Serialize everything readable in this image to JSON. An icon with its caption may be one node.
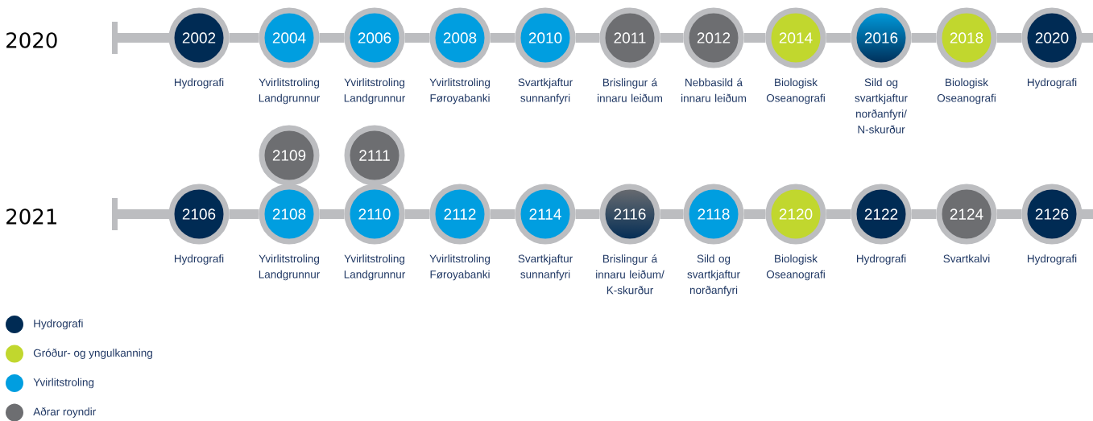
{
  "diagram": {
    "nodes": [
      {
        "text": [
          "2002"
        ],
        "beside": [
          "Hydrografi"
        ]
      },
      {
        "text": [
          "2004"
        ],
        "beside": [
          "Yvirlitstroling Landgrunnur"
        ]
      },
      {
        "text": [
          "2006"
        ],
        "beside": [
          "Yvirlitstroling Landgrunnur"
        ]
      },
      {
        "text": [
          "2008"
        ],
        "beside": [
          "Yvirlitstroling Føroyabanki"
        ]
      },
      {
        "text": [
          "2010"
        ],
        "beside": [
          "Svartkjaftur sunnanfyri"
        ]
      },
      {
        "text": [
          "2011"
        ],
        "beside": [
          "Brislingur á innaru leiðum"
        ]
      },
      {
        "text": [
          "2012"
        ],
        "beside": [
          "Nebbasild á innaru leiðum"
        ]
      },
      {
        "text": [
          "2014"
        ],
        "beside": [
          "Biologisk Oseanografi"
        ]
      },
      {
        "text": [
          "2016"
        ],
        "beside": [
          "Sild og svartkjaftur norðanfyri/ N-skurður"
        ]
      },
      {
        "text": [
          "2018"
        ],
        "beside": [
          "Biologisk Oseanografi"
        ]
      },
      {
        "text": [
          "2020"
        ],
        "beside": [
          "Hydrografi"
        ]
      },
      {
        "text": [
          "2109"
        ]
      },
      {
        "text": [
          "2111"
        ]
      },
      {
        "text": [
          "2106"
        ],
        "beside": [
          "Hydrografi"
        ]
      },
      {
        "text": [
          "2108"
        ],
        "beside": [
          "Yvirlitstroling Landgrunnur"
        ]
      },
      {
        "text": [
          "2110"
        ],
        "beside": [
          "Yvirlitstroling Landgrunnur"
        ]
      },
      {
        "text": [
          "2112"
        ],
        "beside": [
          "Yvirlitstroling Føroyabanki"
        ]
      },
      {
        "text": [
          "2114"
        ],
        "beside": [
          "Svartkjaftur sunnanfyri"
        ]
      },
      {
        "text": [
          "2116"
        ],
        "beside": [
          "Brislingur á innaru leiðum/ K-skurður"
        ]
      },
      {
        "text": [
          "2118"
        ],
        "beside": [
          "Sild og svartkjaftur norðanfyri"
        ]
      },
      {
        "text": [
          "2120"
        ],
        "beside": [
          "Biologisk Oseanografi"
        ]
      },
      {
        "text": [
          "2122"
        ],
        "beside": [
          "Hydrografi"
        ]
      },
      {
        "text": [
          "2124"
        ],
        "beside": [
          "Svartkalvi"
        ]
      },
      {
        "text": [
          "2126"
        ],
        "beside": [
          "Hydrografi"
        ]
      }
    ],
    "edges": [
      {
        "from": 0,
        "to": 1,
        "arrow": "none"
      },
      {
        "from": 1,
        "to": 2,
        "arrow": "none"
      },
      {
        "from": 2,
        "to": 3,
        "arrow": "none"
      },
      {
        "from": 3,
        "to": 4,
        "arrow": "none"
      },
      {
        "from": 4,
        "to": 5,
        "arrow": "none"
      },
      {
        "from": 5,
        "to": 6,
        "arrow": "none"
      },
      {
        "from": 6,
        "to": 7,
        "arrow": "none"
      },
      {
        "from": 7,
        "to": 8,
        "arrow": "none"
      },
      {
        "from": 8,
        "to": 9,
        "arrow": "none"
      },
      {
        "from": 9,
        "to": 10,
        "arrow": "none"
      },
      {
        "from": 13,
        "to": 14,
        "arrow": "none"
      },
      {
        "from": 14,
        "to": 15,
        "arrow": "none"
      },
      {
        "from": 15,
        "to": 16,
        "arrow": "none"
      },
      {
        "from": 16,
        "to": 17,
        "arrow": "none"
      },
      {
        "from": 17,
        "to": 18,
        "arrow": "none"
      },
      {
        "from": 18,
        "to": 19,
        "arrow": "none"
      },
      {
        "from": 19,
        "to": 20,
        "arrow": "none"
      },
      {
        "from": 20,
        "to": 21,
        "arrow": "none"
      },
      {
        "from": 21,
        "to": 22,
        "arrow": "none"
      },
      {
        "from": 22,
        "to": 23,
        "arrow": "none"
      }
    ],
    "labels": [
      "2020",
      "2021"
    ],
    "legend": [
      {
        "text": "Hydrografi",
        "color": "#002b54"
      },
      {
        "text": "Gróður- og yngulkanning",
        "color": "#c1d72e"
      },
      {
        "text": "Yvirlitstroling",
        "color": "#009ee0"
      },
      {
        "text": "Aðrar royndir",
        "color": "#6d6e71"
      }
    ]
  }
}
